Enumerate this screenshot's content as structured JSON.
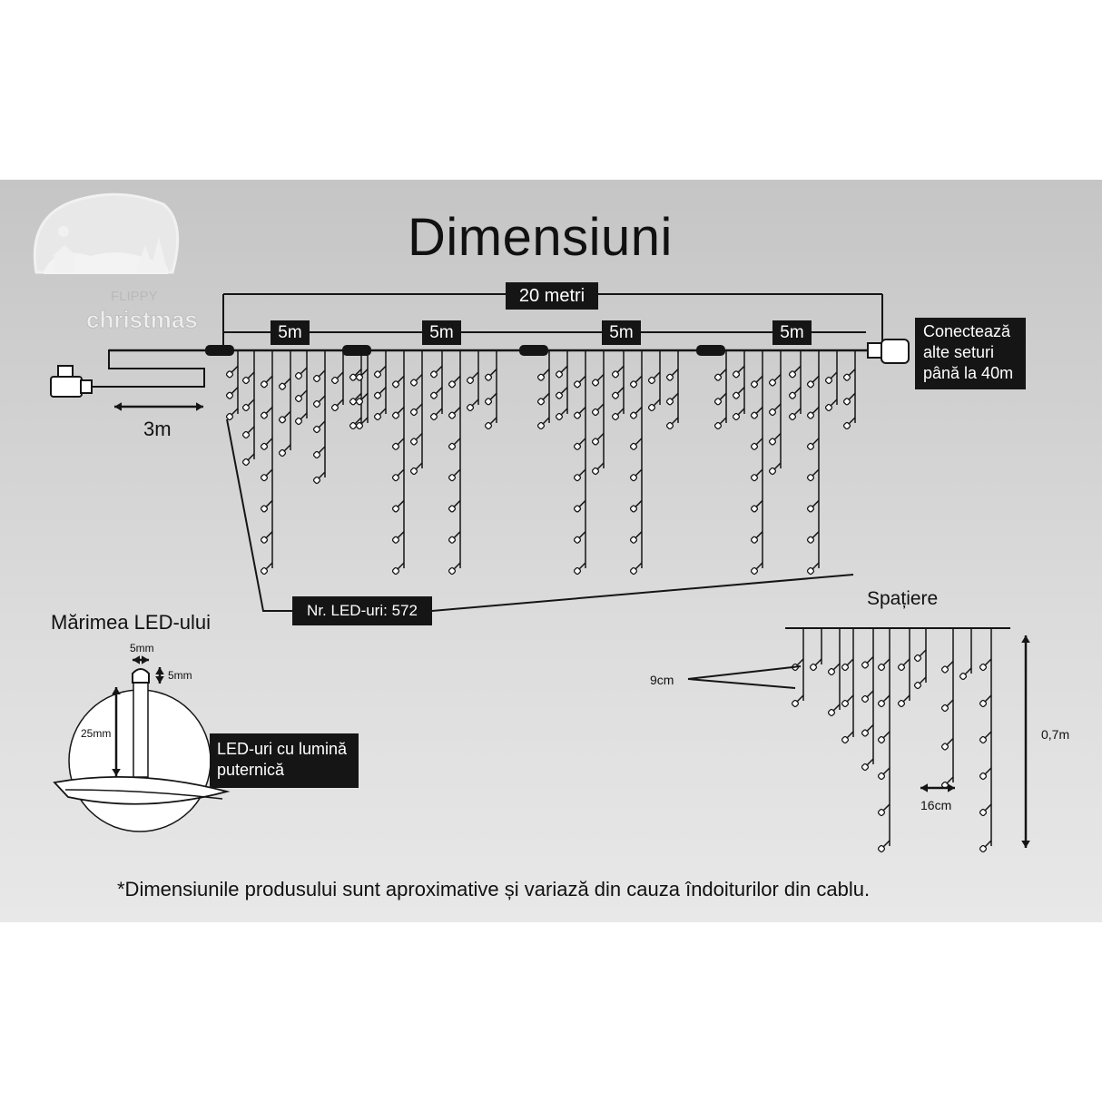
{
  "title": "Dimensiuni",
  "logo": {
    "line1": "FLIPPY",
    "line2": "christmas"
  },
  "lengths": {
    "total": "20 metri",
    "segments": [
      "5m",
      "5m",
      "5m",
      "5m"
    ],
    "lead_cable": "3m"
  },
  "connect_note": {
    "lines": [
      "Conectează",
      "alte seturi",
      "până la 40m"
    ]
  },
  "led_count": "Nr. LED-uri: 572",
  "led_size": {
    "title": "Mărimea LED-ului",
    "width": "5mm",
    "height": "5mm",
    "length": "25mm",
    "note": [
      "LED-uri cu lumină",
      "puternică"
    ]
  },
  "spacing": {
    "title": "Spațiere",
    "vertical": "9cm",
    "horizontal": "16cm",
    "drop": "0,7m"
  },
  "footnote": "*Dimensiunile produsului sunt aproximative și variază din cauza îndoiturilor din cablu.",
  "colors": {
    "background": "#d0d0d0",
    "ink": "#151515",
    "label_box": "#151515"
  }
}
